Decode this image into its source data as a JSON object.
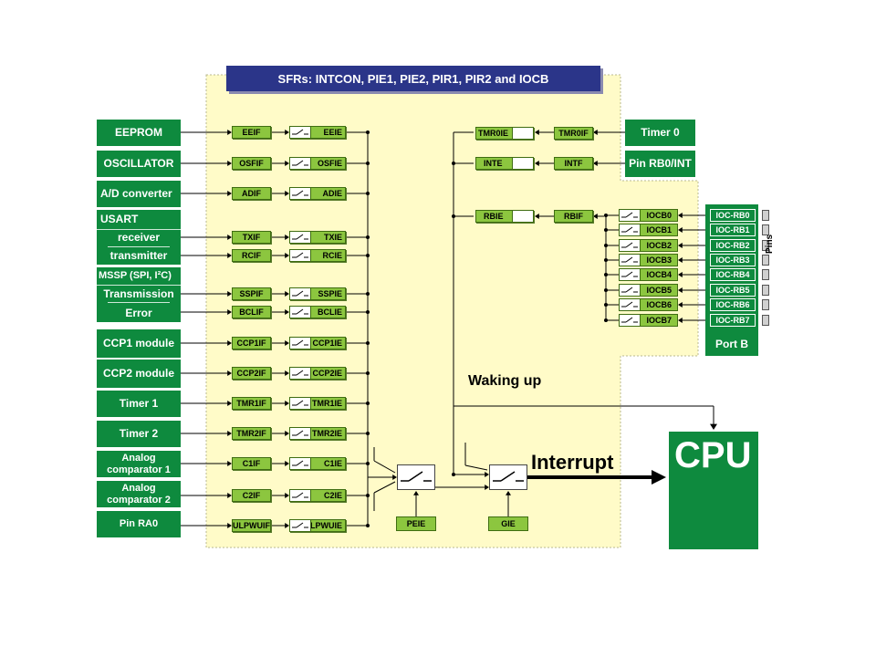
{
  "header": {
    "title": "SFRs: INTCON, PIE1, PIE2, PIR1, PIR2 and IOCB"
  },
  "sources": {
    "eeprom": "EEPROM",
    "oscillator": "OSCILLATOR",
    "adc": "A/D converter",
    "usart": "USART",
    "receiver": "receiver",
    "transmitter": "transmitter",
    "mssp": "MSSP (SPI, I²C)",
    "transmission": "Transmission",
    "error": "Error",
    "ccp1": "CCP1 module",
    "ccp2": "CCP2 module",
    "timer1": "Timer 1",
    "timer2": "Timer 2",
    "comp1_line1": "Analog",
    "comp1_line2": "comparator 1",
    "comp2_line1": "Analog",
    "comp2_line2": "comparator 2",
    "pinra0": "Pin RA0",
    "timer0": "Timer 0",
    "pinrb0": "Pin RB0/INT",
    "portb": "Port B"
  },
  "flags": [
    "EEIF",
    "OSFIF",
    "ADIF",
    "TXIF",
    "RCIF",
    "SSPIF",
    "BCLIF",
    "CCP1IF",
    "CCP2IF",
    "TMR1IF",
    "TMR2IF",
    "C1IF",
    "C2IF",
    "ULPWUIF"
  ],
  "enables": [
    "EEIE",
    "OSFIE",
    "ADIE",
    "TXIE",
    "RCIE",
    "SSPIE",
    "BCLIE",
    "CCP1IE",
    "CCP2IE",
    "TMR1IE",
    "TMR2IE",
    "C1IE",
    "C2IE",
    "ULPWUIE"
  ],
  "right_flags": {
    "tmr0if": "TMR0IF",
    "intf": "INTF",
    "rbif": "RBIF"
  },
  "right_enables": {
    "tmr0ie": "TMR0IE",
    "inte": "INTE",
    "rbie": "RBIE"
  },
  "iocb": [
    "IOCB0",
    "IOCB1",
    "IOCB2",
    "IOCB3",
    "IOCB4",
    "IOCB5",
    "IOCB6",
    "IOCB7"
  ],
  "iocrb": [
    "IOC-RB0",
    "IOC-RB1",
    "IOC-RB2",
    "IOC-RB3",
    "IOC-RB4",
    "IOC-RB5",
    "IOC-RB6",
    "IOC-RB7"
  ],
  "labels": {
    "pins": "Pins",
    "waking_up": "Waking up",
    "interrupt": "Interrupt",
    "peie": "PEIE",
    "gie": "GIE",
    "cpu": "CPU"
  },
  "colors": {
    "module_green": "#0e8a3e",
    "flag_green": "#8cc63f",
    "sfr_background": "#fffbc8",
    "title_blue": "#2b3589"
  }
}
